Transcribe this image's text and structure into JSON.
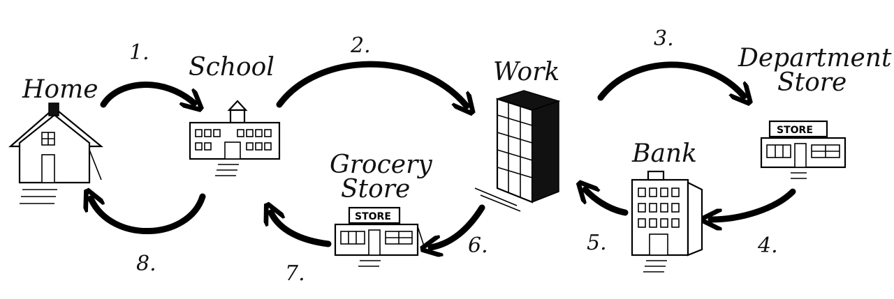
{
  "places": {
    "home": "Home",
    "school": "School",
    "work": "Work",
    "department_store_line1": "Department",
    "department_store_line2": "Store",
    "bank": "Bank",
    "grocery_store_line1": "Grocery",
    "grocery_store_line2": "Store"
  },
  "steps": {
    "s1": "1.",
    "s2": "2.",
    "s3": "3.",
    "s4": "4.",
    "s5": "5.",
    "s6": "6.",
    "s7": "7.",
    "s8": "8."
  },
  "signs": {
    "department": "STORE",
    "grocery": "STORE"
  }
}
